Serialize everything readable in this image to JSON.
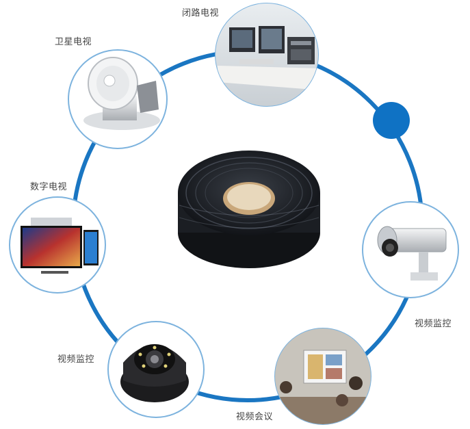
{
  "colors": {
    "ring": "#1a76c2",
    "circle_border": "#7db3de",
    "dot": "#0f72c4",
    "label_text": "#444444"
  },
  "center": {
    "name": "coaxial-cable-coil"
  },
  "applications": [
    {
      "label": "闭路电视",
      "icon": "cctv-control-room"
    },
    {
      "label": "卫星电视",
      "icon": "satellite-dish"
    },
    {
      "label": "数字电视",
      "icon": "flat-screen-tv"
    },
    {
      "label": "视频监控",
      "icon": "bullet-camera"
    },
    {
      "label": "视频会议",
      "icon": "conference-room"
    },
    {
      "label": "视频监控",
      "icon": "dome-camera"
    }
  ]
}
